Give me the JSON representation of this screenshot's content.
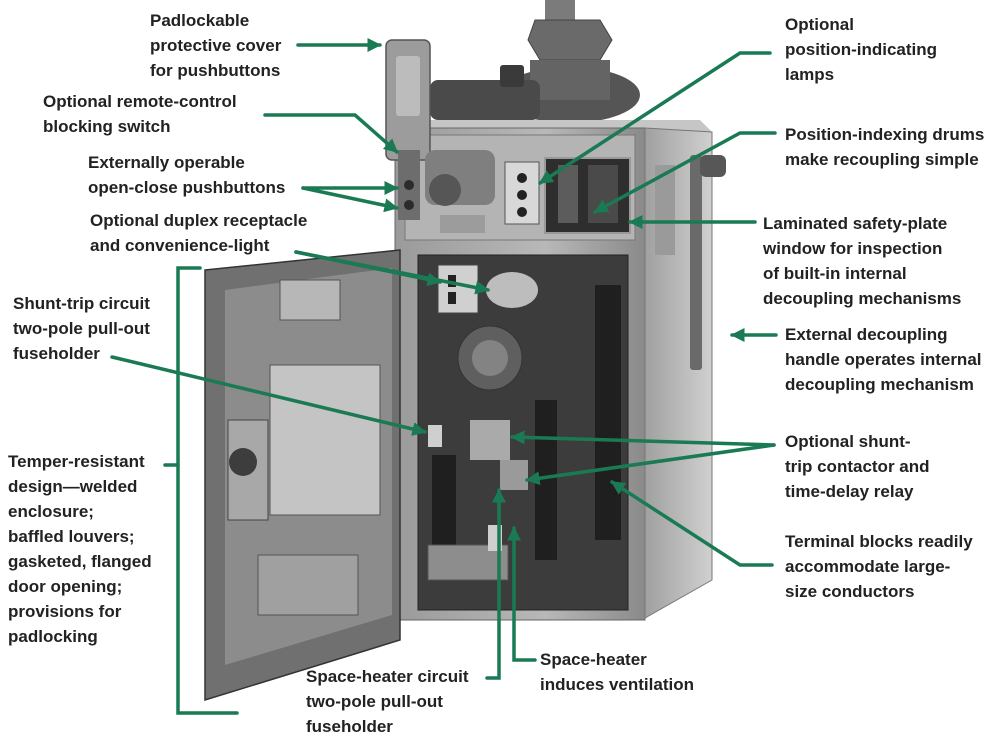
{
  "colors": {
    "leader": "#1a7a54",
    "text": "#222222",
    "enclosure": "#a9a9a9",
    "enclosure_shadow": "#7d7d7d",
    "interior": "#3c3c3c",
    "door": "#6e6e6e"
  },
  "callouts": {
    "padlock_cover": "Padlockable\nprotective cover\nfor pushbuttons",
    "remote_blocking": "Optional remote-control\nblocking switch",
    "pushbuttons": "Externally operable\nopen-close pushbuttons",
    "receptacle": "Optional duplex receptacle\nand convenience-light",
    "shunt_fuse": "Shunt-trip circuit\ntwo-pole pull-out\nfuseholder",
    "tamper": "Temper-resistant\ndesign—welded\nenclosure;\nbaffled louvers;\ngasketed, flanged\ndoor opening;\nprovisions for\npadlocking",
    "lamps": "Optional\nposition-indicating\nlamps",
    "drums": "Position-indexing drums\nmake recoupling simple",
    "window": "Laminated safety-plate\nwindow for inspection\nof built-in internal\ndecoupling mechanisms",
    "decoupling_handle": "External decoupling\nhandle operates internal\ndecoupling mechanism",
    "contactor": "Optional shunt-\ntrip contactor and\ntime-delay relay",
    "terminal": "Terminal blocks readily\naccommodate large-\nsize conductors",
    "heater_fuse": "Space-heater circuit\ntwo-pole pull-out\nfuseholder",
    "heater": "Space-heater\ninduces ventilation"
  }
}
